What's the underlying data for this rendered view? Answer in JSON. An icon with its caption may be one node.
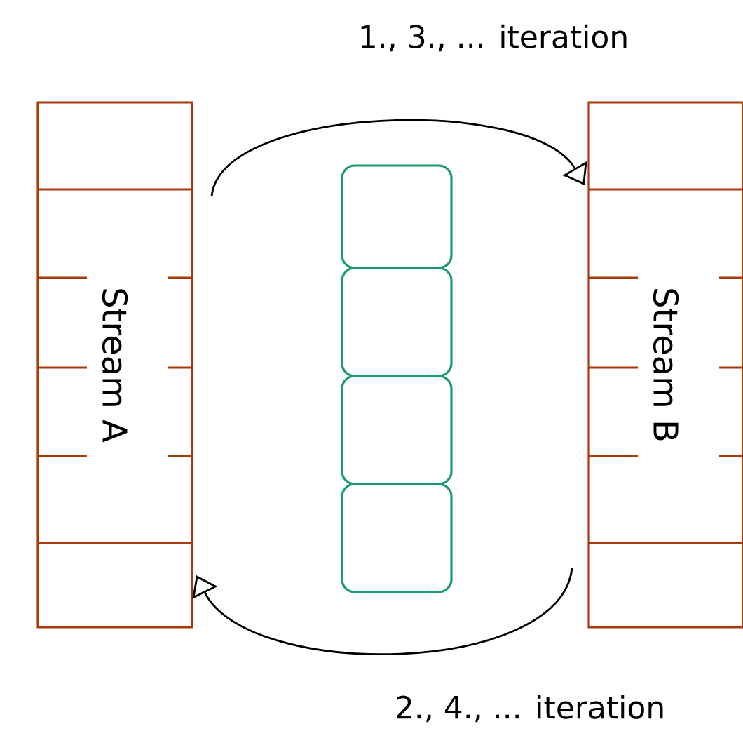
{
  "diagram": {
    "nodes": [
      {
        "text": [
          "Stream A"
        ]
      },
      {
        "text": [
          "Stream B"
        ]
      },
      {
        "text": [],
        "shape": "box"
      },
      {
        "text": [],
        "shape": "box"
      },
      {
        "text": [],
        "shape": "box"
      },
      {
        "text": [],
        "shape": "box"
      }
    ],
    "edges": [
      {
        "from": 0,
        "to": 1,
        "arrow": "to",
        "label": "1., 3., ... iteration"
      },
      {
        "from": 1,
        "to": 0,
        "arrow": "to",
        "label": "2., 4., ... iteration"
      }
    ]
  }
}
